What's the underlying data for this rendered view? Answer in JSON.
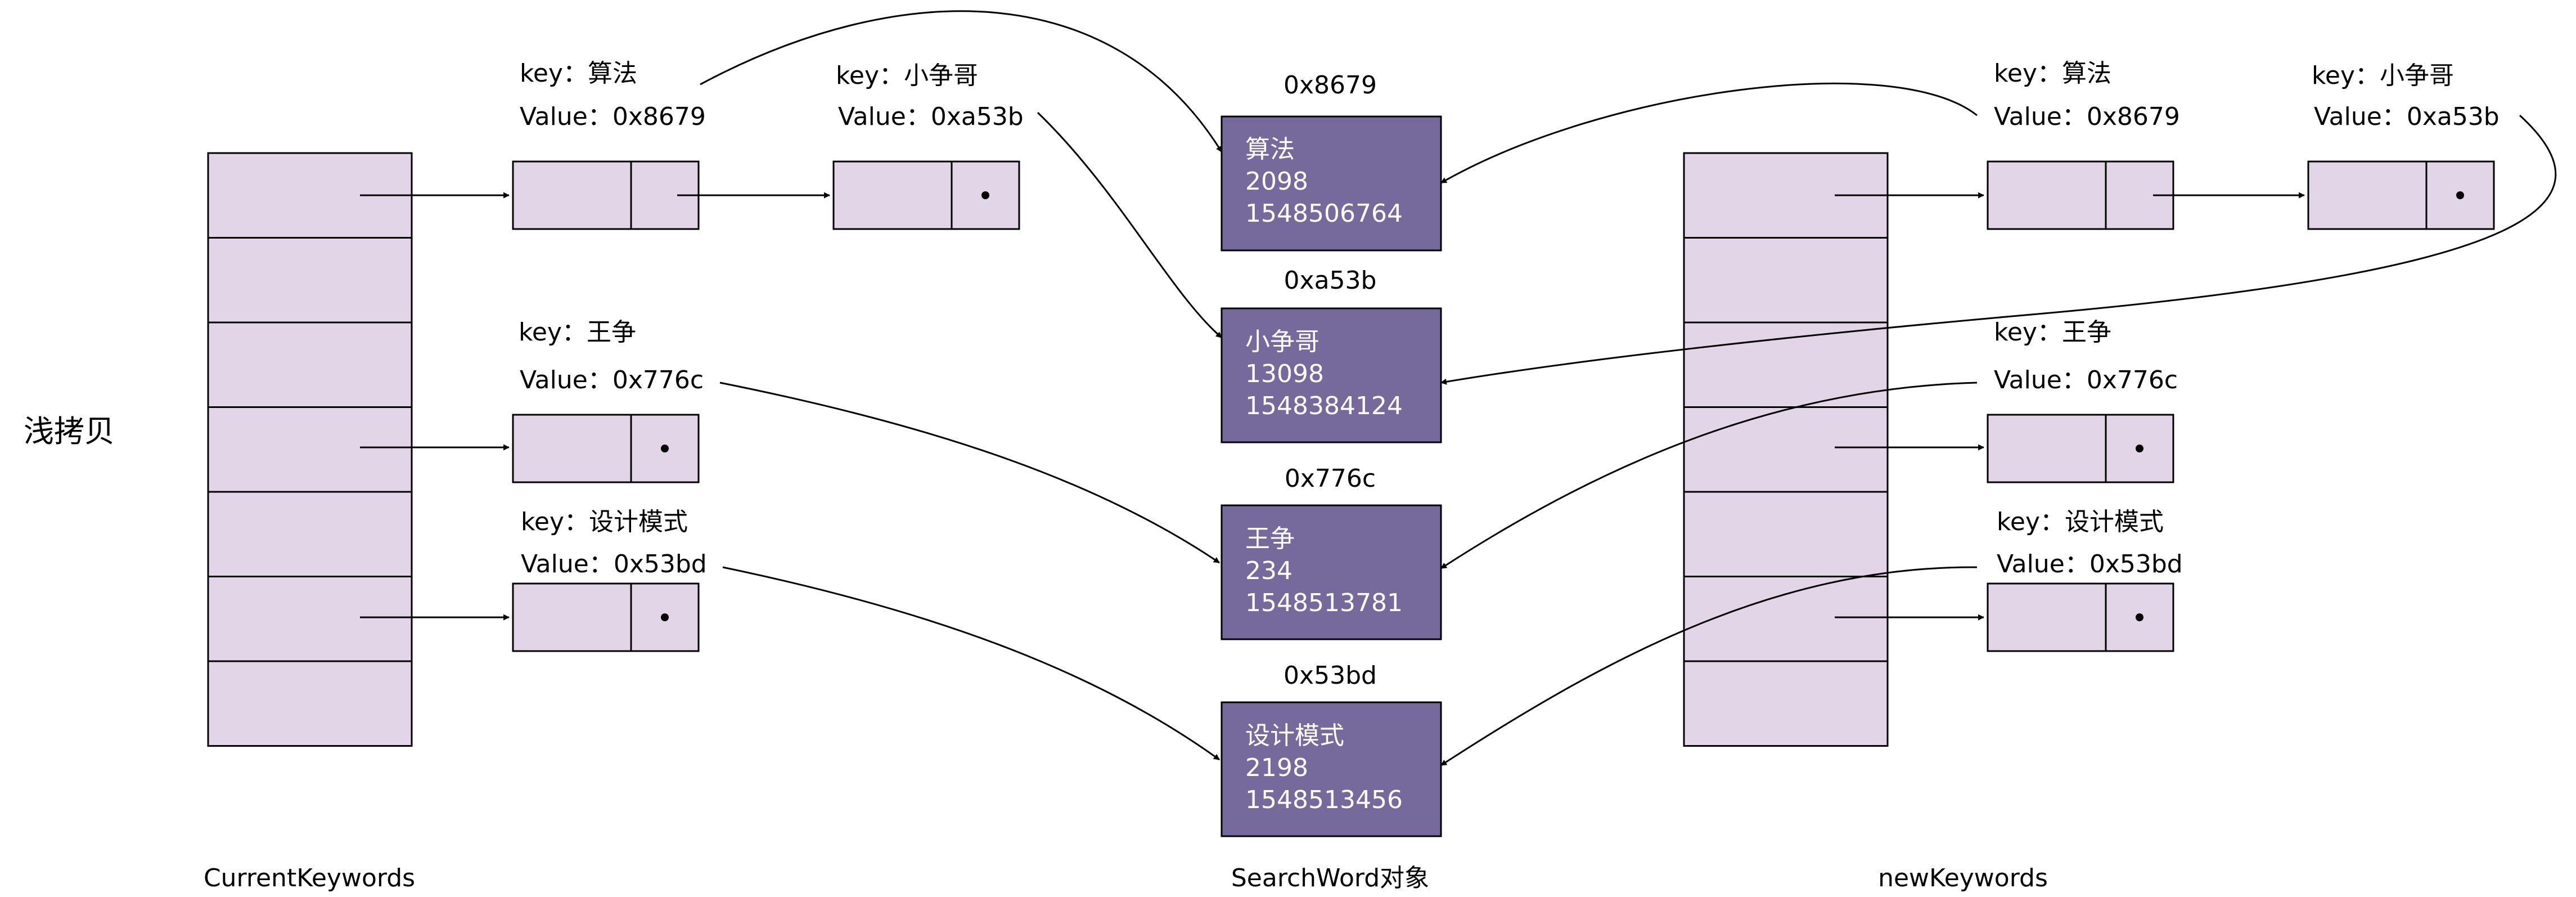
{
  "title": "浅拷贝",
  "colors": {
    "bucket_fill": "#e1d5e7",
    "object_fill": "#76699c",
    "object_text": "#ffffff",
    "stroke": "#000000"
  },
  "tables": [
    {
      "id": "current",
      "caption": "CurrentKeywords"
    },
    {
      "id": "new",
      "caption": "newKeywords"
    }
  ],
  "entries": [
    {
      "key_label": "key：算法",
      "value_label": "Value：0x8679"
    },
    {
      "key_label": "key：小争哥",
      "value_label": "Value：0xa53b"
    },
    {
      "key_label": "key：王争",
      "value_label": "Value：0x776c"
    },
    {
      "key_label": "key：设计模式",
      "value_label": "Value：0x53bd"
    }
  ],
  "object_group_caption": "SearchWord对象",
  "objects": [
    {
      "address": "0x8679",
      "lines": [
        "算法",
        "2098",
        "1548506764"
      ]
    },
    {
      "address": "0xa53b",
      "lines": [
        "小争哥",
        "13098",
        "1548384124"
      ]
    },
    {
      "address": "0x776c",
      "lines": [
        "王争",
        "234",
        "1548513781"
      ]
    },
    {
      "address": "0x53bd",
      "lines": [
        "设计模式",
        "2198",
        "1548513456"
      ]
    }
  ]
}
